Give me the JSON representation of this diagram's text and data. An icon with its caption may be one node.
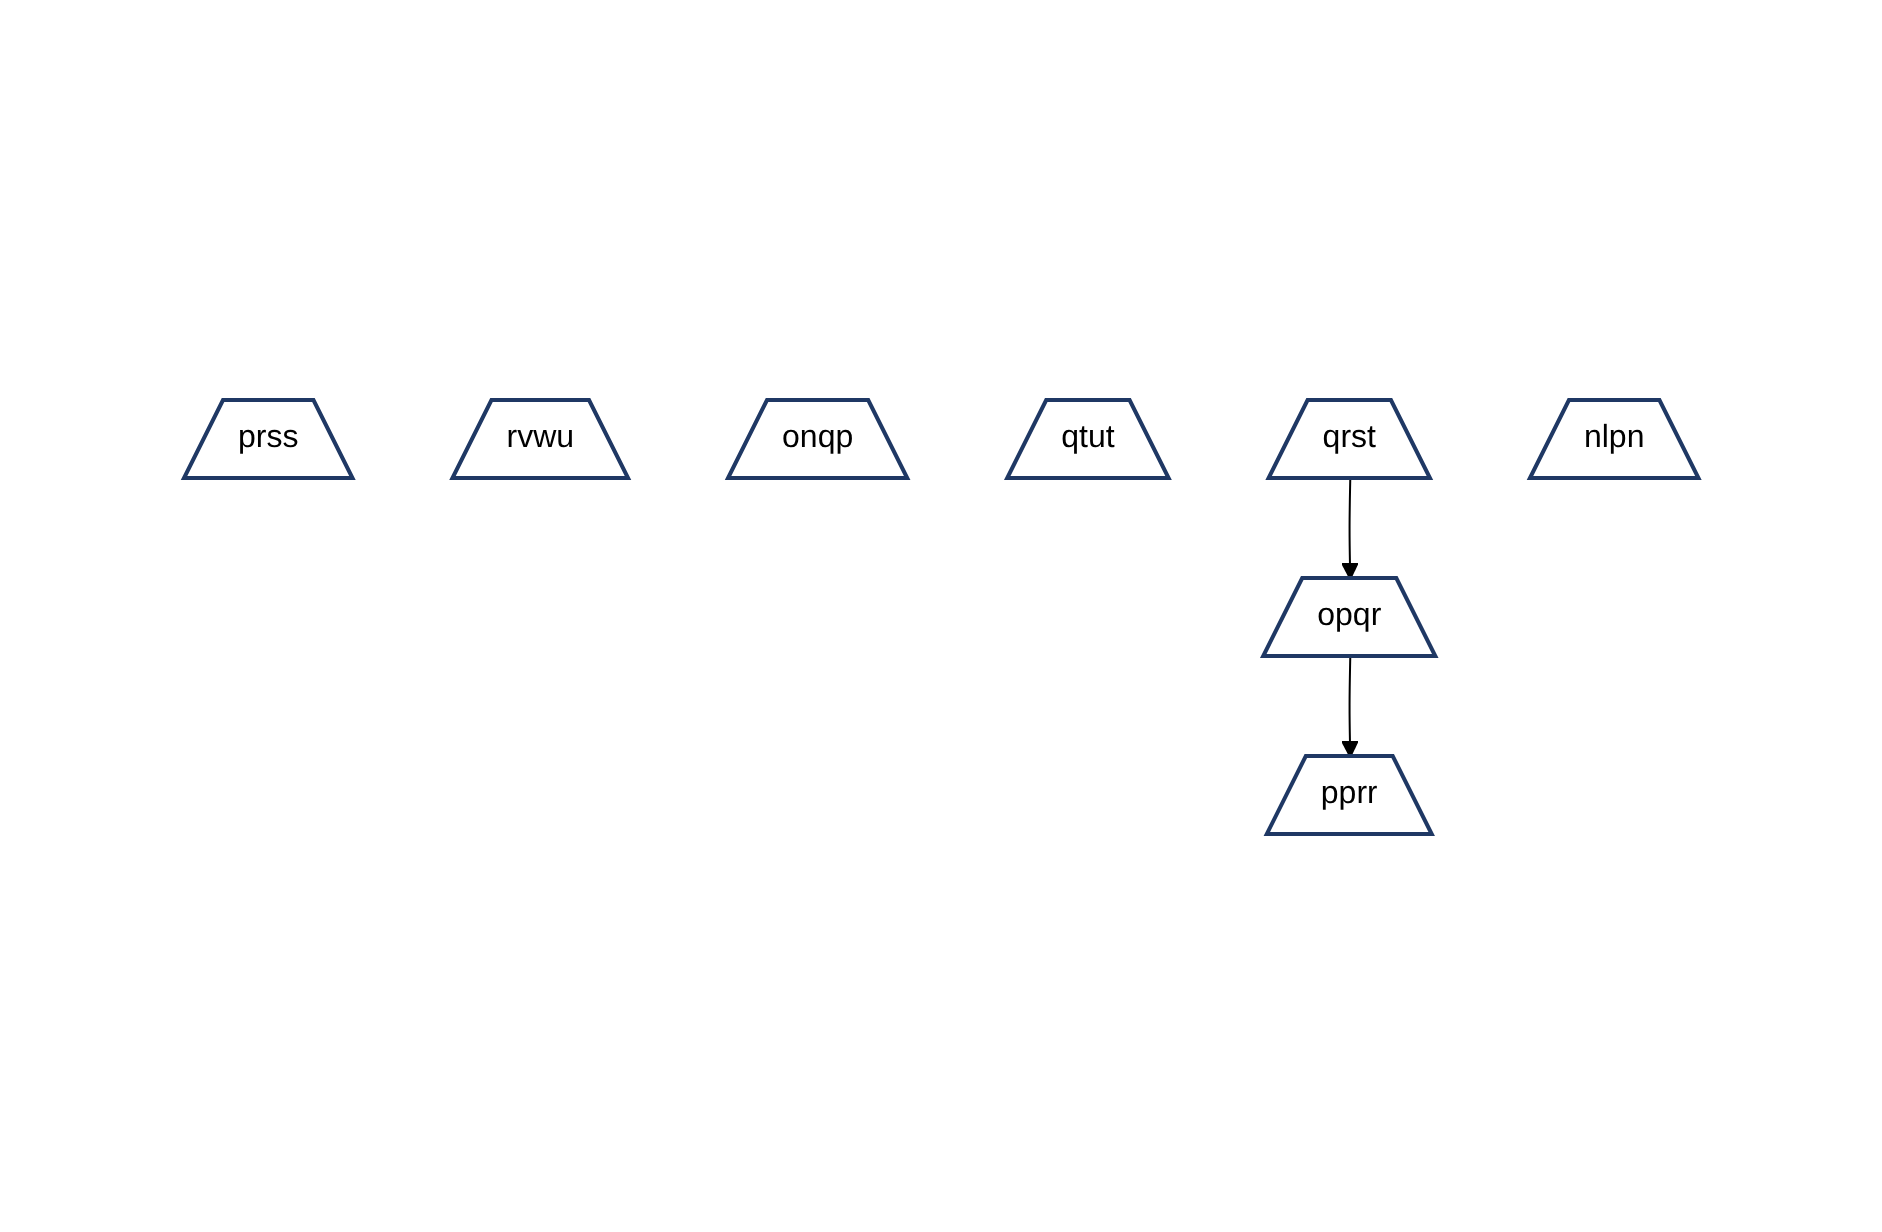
{
  "diagram": {
    "nodes": [
      {
        "text": [
          "pprr"
        ]
      },
      {
        "text": [
          "prss"
        ]
      },
      {
        "text": [
          "rvwu"
        ]
      },
      {
        "text": [
          "onqp"
        ]
      },
      {
        "text": [
          "qtut"
        ]
      },
      {
        "text": [
          "qrst"
        ]
      },
      {
        "text": [
          "opqr"
        ]
      },
      {
        "text": [
          "nlpn"
        ]
      }
    ],
    "edges": [
      {
        "from": 6,
        "to": 0,
        "arrow": "to"
      },
      {
        "from": 5,
        "to": 6,
        "arrow": "to"
      }
    ]
  }
}
